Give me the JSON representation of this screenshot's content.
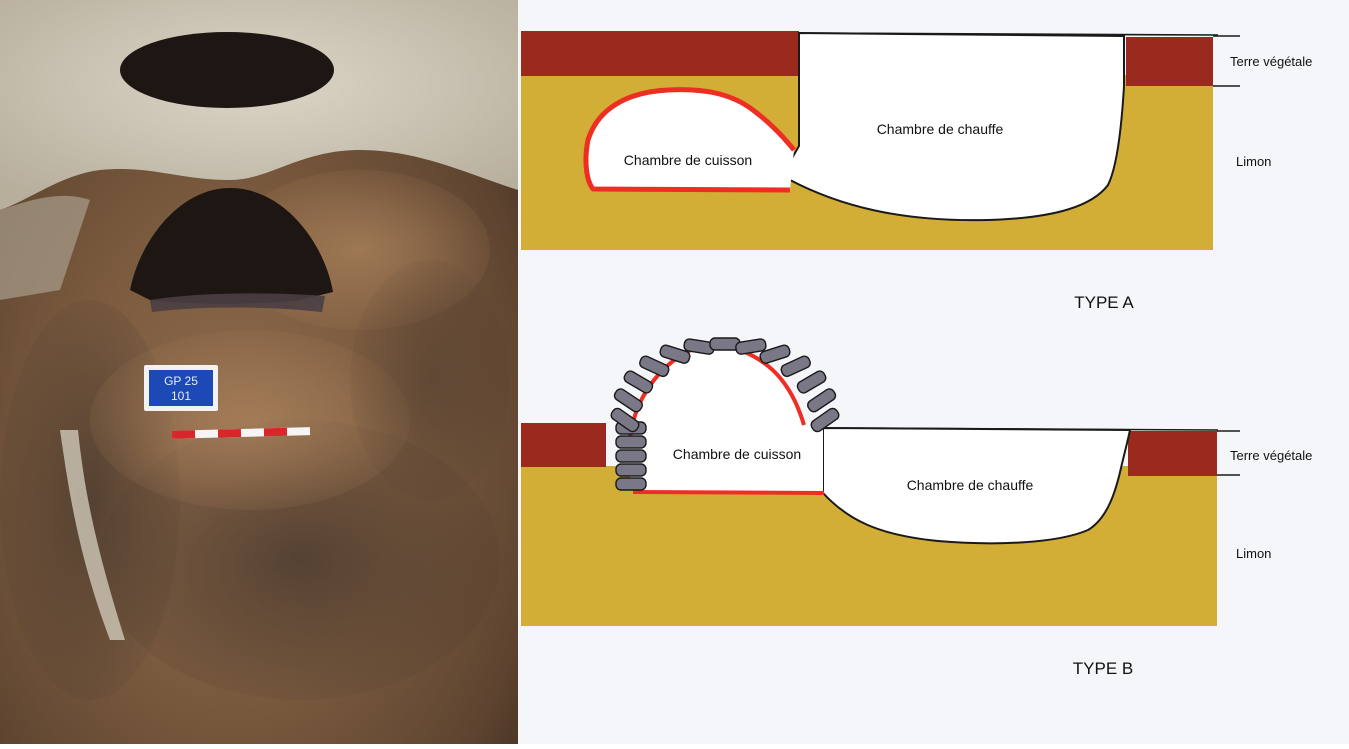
{
  "colors": {
    "topsoil": "#9B2A1E",
    "silt": "#D2AE36",
    "chamber_fill": "#FFFFFF",
    "fired_lining": "#EE2E22",
    "brick": "#7A7787",
    "outline": "#1A1A1A",
    "paper": "#F4F6FA"
  },
  "photo": {
    "label_line1": "GP 25",
    "label_line2": "101"
  },
  "type_a": {
    "title": "TYPE A",
    "cooking_chamber": "Chambre de cuisson",
    "heating_chamber": "Chambre de chauffe",
    "topsoil_label": "Terre végétale",
    "silt_label": "Limon"
  },
  "type_b": {
    "title": "TYPE B",
    "cooking_chamber": "Chambre de cuisson",
    "heating_chamber": "Chambre de chauffe",
    "topsoil_label": "Terre végétale",
    "silt_label": "Limon"
  }
}
